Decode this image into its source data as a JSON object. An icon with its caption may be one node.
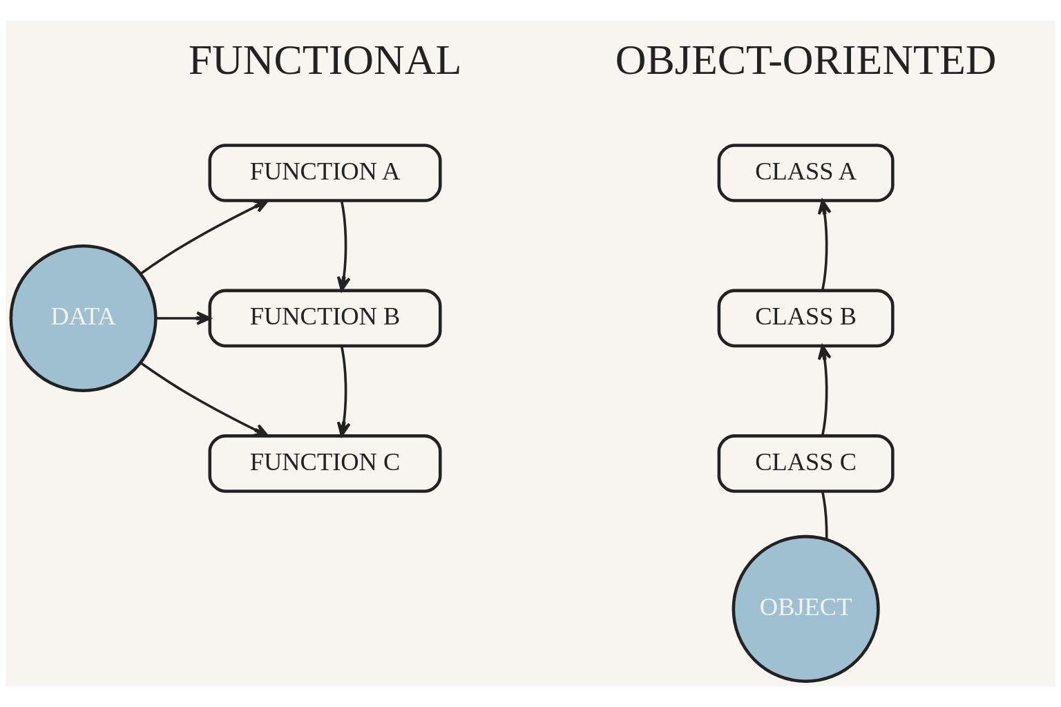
{
  "diagram": {
    "nodes": [
      {
        "text": [
          "DATA"
        ]
      },
      {
        "text": [
          "FUNCTION A"
        ]
      },
      {
        "text": [
          "FUNCTION B"
        ]
      },
      {
        "text": [
          "FUNCTION C"
        ]
      },
      {
        "text": [
          "CLASS A"
        ]
      },
      {
        "text": [
          "CLASS B"
        ]
      },
      {
        "text": [
          "CLASS C"
        ]
      },
      {
        "text": [
          "OBJECT"
        ]
      }
    ],
    "edges": [
      {
        "from": 0,
        "to": 1,
        "arrow": "to"
      },
      {
        "from": 0,
        "to": 2,
        "arrow": "to"
      },
      {
        "from": 0,
        "to": 3,
        "arrow": "to"
      },
      {
        "from": 1,
        "to": 2,
        "arrow": "to"
      },
      {
        "from": 2,
        "to": 3,
        "arrow": "to"
      },
      {
        "from": 5,
        "to": 4,
        "arrow": "to"
      },
      {
        "from": 6,
        "to": 5,
        "arrow": "to"
      },
      {
        "from": 7,
        "to": 6,
        "arrow": "none"
      }
    ],
    "labels": [
      "FUNCTIONAL",
      "OBJECT-ORIENTED"
    ]
  }
}
